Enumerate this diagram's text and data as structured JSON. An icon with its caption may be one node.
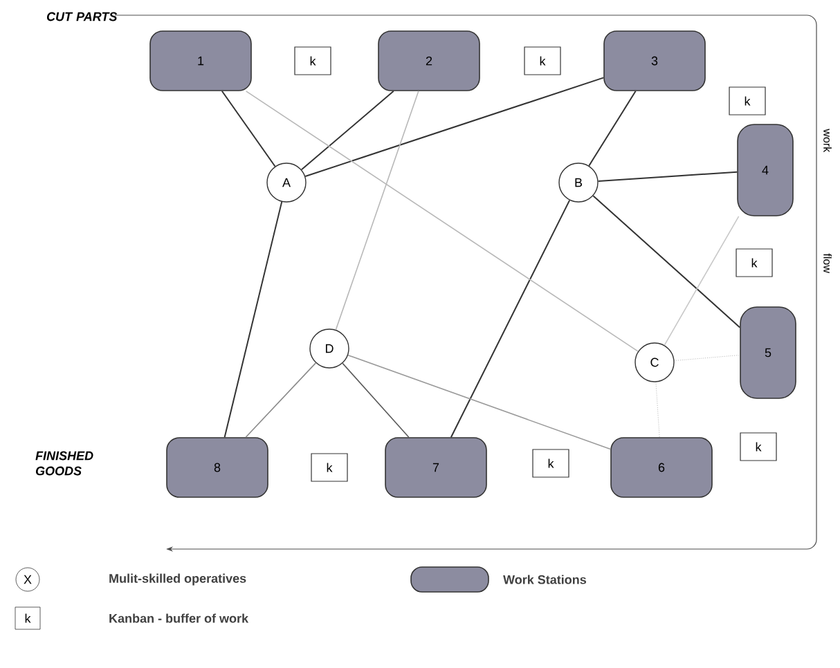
{
  "diagram": {
    "nodes": [
      {
        "text": [
          "1"
        ]
      },
      {
        "text": [
          "2"
        ]
      },
      {
        "text": [
          "3"
        ]
      },
      {
        "text": [
          "4"
        ]
      },
      {
        "text": [
          "5"
        ]
      },
      {
        "text": [
          "6"
        ]
      },
      {
        "text": [
          "7"
        ]
      },
      {
        "text": [
          "8"
        ]
      },
      {
        "text": [
          "A"
        ]
      },
      {
        "text": [
          "B"
        ]
      },
      {
        "text": [
          "C"
        ]
      },
      {
        "text": [
          "D"
        ]
      },
      {
        "text": [
          "k"
        ]
      },
      {
        "text": [
          "k"
        ]
      },
      {
        "text": [
          "k"
        ]
      },
      {
        "text": [
          "k"
        ]
      },
      {
        "text": [
          "k"
        ]
      },
      {
        "text": [
          "k"
        ]
      },
      {
        "text": [
          "k"
        ]
      }
    ],
    "edges": [
      {
        "from": 0,
        "to": 8,
        "arrow": "none"
      },
      {
        "from": 1,
        "to": 8,
        "arrow": "none"
      },
      {
        "from": 2,
        "to": 8,
        "arrow": "none"
      },
      {
        "from": 8,
        "to": 7,
        "arrow": "none"
      },
      {
        "from": 2,
        "to": 9,
        "arrow": "none"
      },
      {
        "from": 9,
        "to": 3,
        "arrow": "none"
      },
      {
        "from": 9,
        "to": 4,
        "arrow": "none"
      },
      {
        "from": 9,
        "to": 6,
        "arrow": "none"
      },
      {
        "from": 0,
        "to": 10,
        "arrow": "none",
        "color": "#b8b8b8"
      },
      {
        "from": 1,
        "to": 11,
        "arrow": "none",
        "color": "#b8b8b8"
      },
      {
        "from": 11,
        "to": 7,
        "arrow": "none",
        "color": "#8a8a8a"
      },
      {
        "from": 11,
        "to": 6,
        "arrow": "none",
        "color": "#5a5a5a"
      },
      {
        "from": 11,
        "to": 5,
        "arrow": "none",
        "color": "#9a9a9a"
      },
      {
        "from": 3,
        "to": 10,
        "arrow": "none",
        "color": "#c8c8c8"
      },
      {
        "from": 10,
        "to": 4,
        "arrow": "none",
        "style": "dashed",
        "color": "#8a8a8a"
      },
      {
        "from": 10,
        "to": 5,
        "arrow": "none",
        "style": "dashed",
        "color": "#8a8a8a"
      }
    ],
    "labels": [
      "CUT PARTS",
      "work",
      "flow",
      "FINISHED GOODS",
      "X",
      "k"
    ],
    "legend": [
      {
        "text": "Mulit-skilled operatives"
      },
      {
        "text": "Work Stations"
      },
      {
        "text": "Kanban - buffer of work"
      }
    ]
  }
}
